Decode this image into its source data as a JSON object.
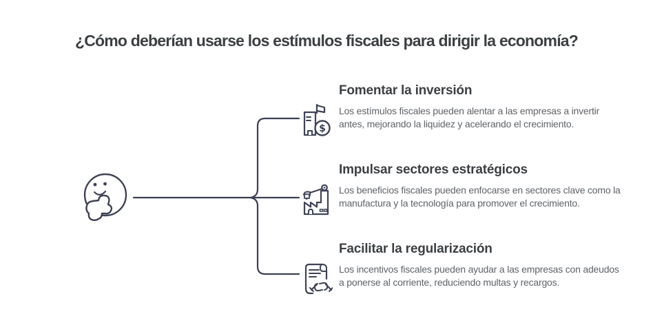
{
  "title": "¿Cómo deberían usarse los estímulos fiscales para dirigir la economía?",
  "colors": {
    "background": "#ffffff",
    "title_text": "#3c4043",
    "heading_text": "#3c4043",
    "body_text": "#5f6368",
    "line_and_icons": "#3f4254"
  },
  "thinker": {
    "icon": "thinking-face-icon"
  },
  "items": [
    {
      "icon": "building-dollar-icon",
      "title": "Fomentar la inversión",
      "description": "Los estímulos fiscales pueden alentar a las empresas a invertir antes, mejorando la liquidez y acelerando el crecimiento."
    },
    {
      "icon": "factory-crane-icon",
      "title": "Impulsar sectores estratégicos",
      "description": "Los beneficios fiscales pueden enfocarse en sectores clave como la manufactura y la tecnología para promover el crecimiento."
    },
    {
      "icon": "contract-handshake-icon",
      "title": "Facilitar la regularización",
      "description": "Los incentivos fiscales pueden ayudar a las empresas con adeudos a ponerse al corriente, reduciendo multas y recargos."
    }
  ]
}
